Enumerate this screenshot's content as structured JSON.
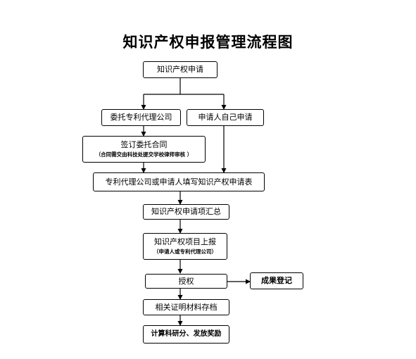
{
  "title": "知识产权申报管理流程图",
  "nodes": {
    "apply": "知识产权申请",
    "agency": "委托专利代理公司",
    "self": "申请人自己申请",
    "contract": "签订委托合同",
    "contract_note": "（合同需交由科技处提交学校律师审核 ）",
    "fill_form": "专利代理公司或申请人填写知识产权申请表",
    "summary": "知识产权申请项汇总",
    "report": "知识产权项目上报",
    "report_note": "（申请人或专利代理公司）",
    "grant": "授权",
    "register": "成果登记",
    "archive": "相关证明材料存档",
    "reward": "计算科研分、发放奖励"
  }
}
